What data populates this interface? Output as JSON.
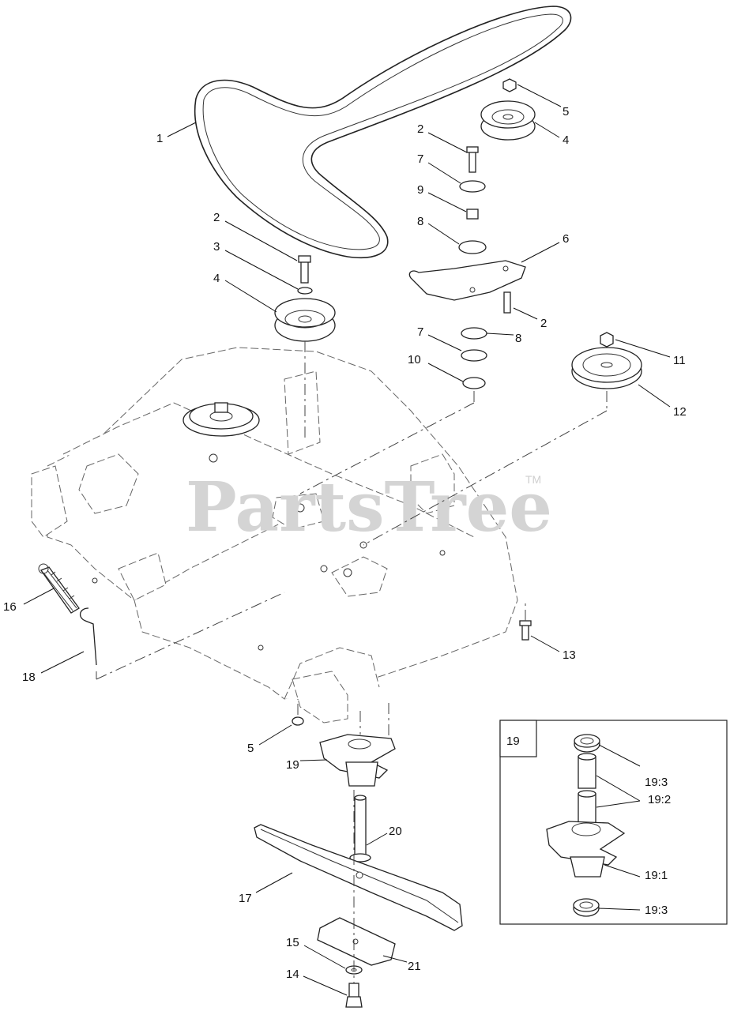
{
  "watermark": {
    "text": "PartsTree",
    "tm": "TM"
  },
  "inset": {
    "title": "19"
  },
  "callouts": {
    "c1": "1",
    "c2a": "2",
    "c2b": "2",
    "c2c": "2",
    "c3": "3",
    "c4a": "4",
    "c4b": "4",
    "c5a": "5",
    "c5b": "5",
    "c6": "6",
    "c7a": "7",
    "c7b": "7",
    "c8a": "8",
    "c8b": "8",
    "c9": "9",
    "c10": "10",
    "c11": "11",
    "c12": "12",
    "c13": "13",
    "c14": "14",
    "c15": "15",
    "c16": "16",
    "c17": "17",
    "c18": "18",
    "c19": "19",
    "c20": "20",
    "c21": "21",
    "c19_3a": "19:3",
    "c19_2": "19:2",
    "c19_1": "19:1",
    "c19_3b": "19:3"
  }
}
